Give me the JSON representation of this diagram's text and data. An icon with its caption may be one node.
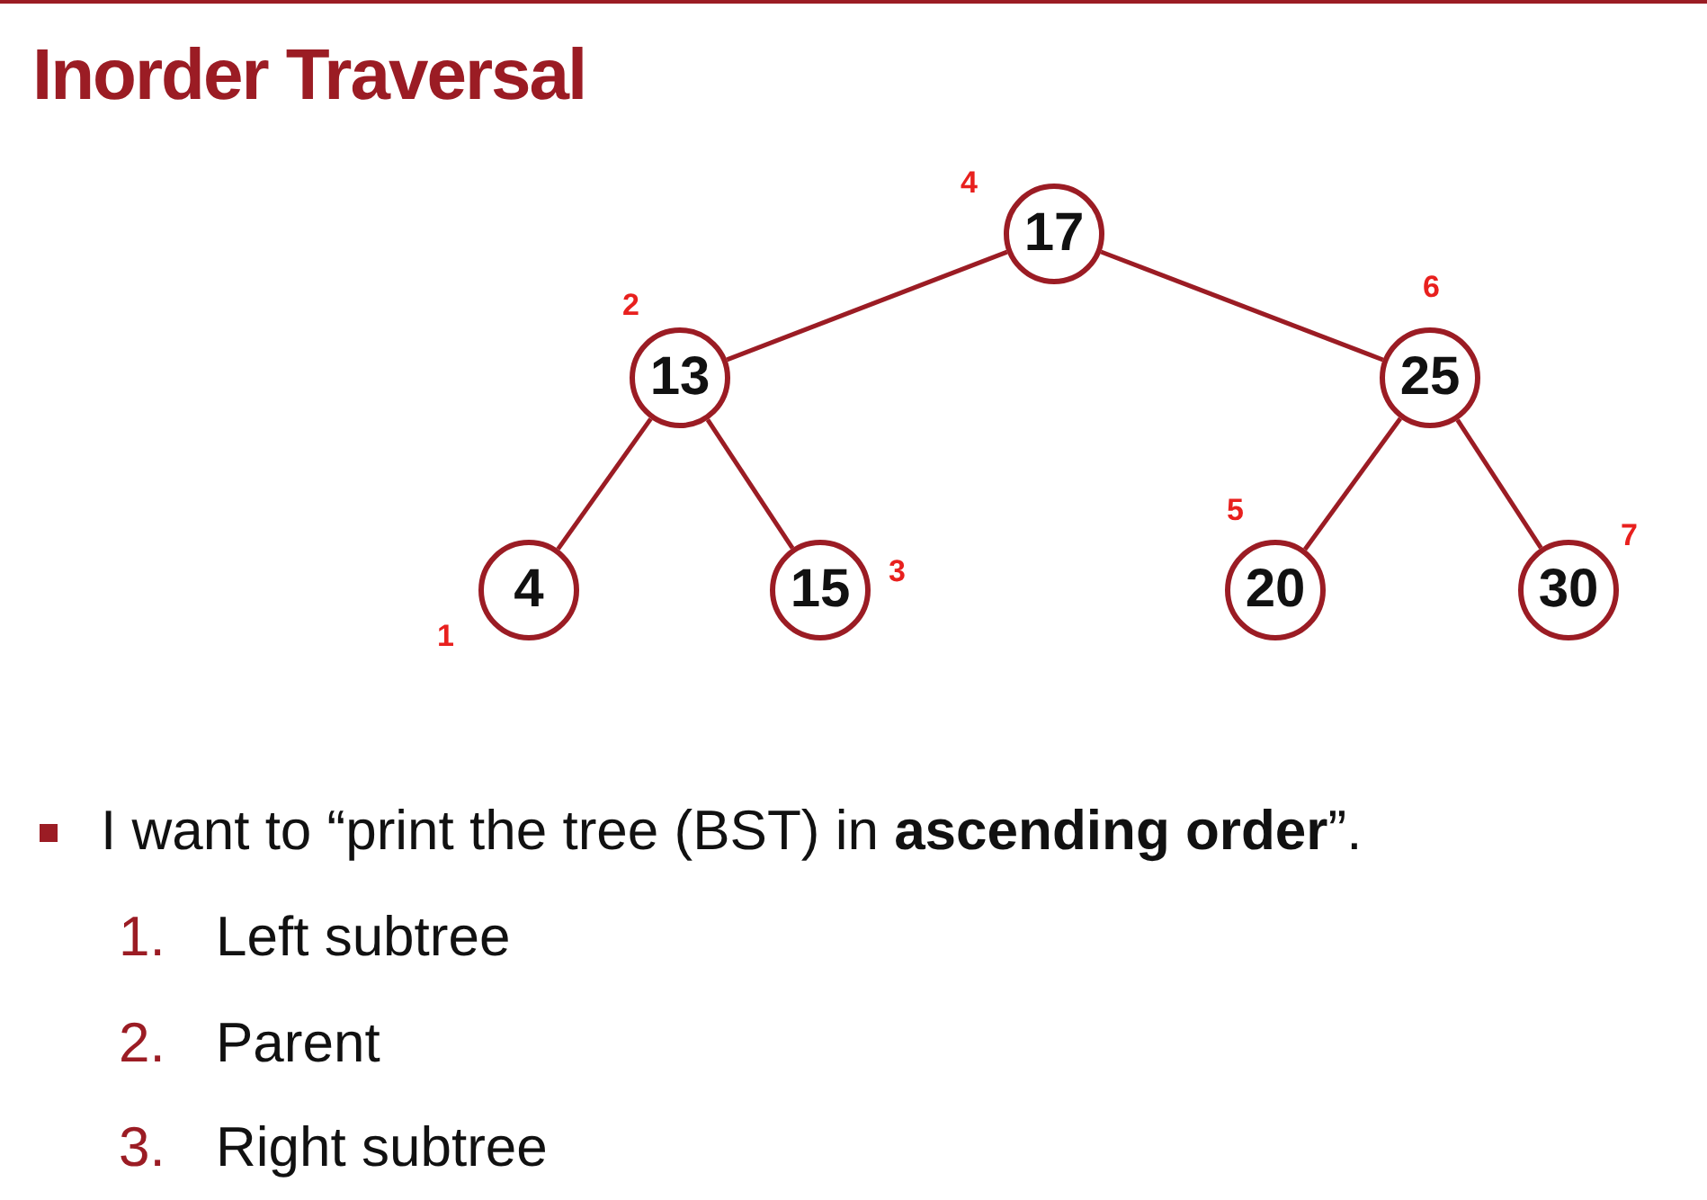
{
  "diagram": {
    "title": "Inorder Traversal",
    "nodes": [
      {
        "text": [
          "17"
        ],
        "beside": [
          "4"
        ]
      },
      {
        "text": [
          "13"
        ],
        "beside": [
          "2"
        ]
      },
      {
        "text": [
          "25"
        ],
        "beside": [
          "6"
        ]
      },
      {
        "text": [
          "4"
        ],
        "beside": [
          "1"
        ]
      },
      {
        "text": [
          "15"
        ],
        "beside": [
          "3"
        ]
      },
      {
        "text": [
          "20"
        ],
        "beside": [
          "5"
        ]
      },
      {
        "text": [
          "30"
        ],
        "beside": [
          "7"
        ]
      }
    ],
    "edges": [
      {
        "from": 0,
        "to": 1,
        "arrow": "none"
      },
      {
        "from": 0,
        "to": 2,
        "arrow": "none"
      },
      {
        "from": 1,
        "to": 3,
        "arrow": "none"
      },
      {
        "from": 1,
        "to": 4,
        "arrow": "none"
      },
      {
        "from": 2,
        "to": 5,
        "arrow": "none"
      },
      {
        "from": 2,
        "to": 6,
        "arrow": "none"
      }
    ],
    "labels": [
      "I want to “print the tree (BST) in **ascending order**”.",
      "1.",
      "Left subtree",
      "2.",
      "Parent",
      "3.",
      "Right subtree"
    ]
  }
}
